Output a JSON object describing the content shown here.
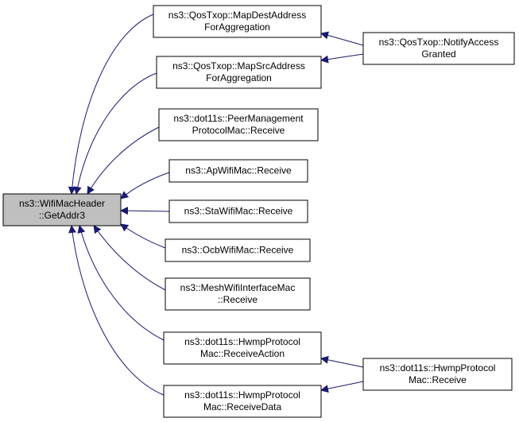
{
  "colors": {
    "edge": "#191970",
    "node_border": "#000000",
    "node_fill": "#ffffff",
    "focus_fill": "#bfbfbf"
  },
  "nodes": [
    {
      "id": "getaddr3",
      "lines": [
        "ns3::WifiMacHeader",
        "::GetAddr3"
      ],
      "focus": true
    },
    {
      "id": "mapdest",
      "lines": [
        "ns3::QosTxop::MapDestAddress",
        "ForAggregation"
      ]
    },
    {
      "id": "mapsrc",
      "lines": [
        "ns3::QosTxop::MapSrcAddress",
        "ForAggregation"
      ]
    },
    {
      "id": "peer",
      "lines": [
        "ns3::dot11s::PeerManagement",
        "ProtocolMac::Receive"
      ]
    },
    {
      "id": "apwifi",
      "lines": [
        "ns3::ApWifiMac::Receive"
      ]
    },
    {
      "id": "stawifi",
      "lines": [
        "ns3::StaWifiMac::Receive"
      ]
    },
    {
      "id": "ocbwifi",
      "lines": [
        "ns3::OcbWifiMac::Receive"
      ]
    },
    {
      "id": "meshwifi",
      "lines": [
        "ns3::MeshWifiInterfaceMac",
        "::Receive"
      ]
    },
    {
      "id": "hwmpaction",
      "lines": [
        "ns3::dot11s::HwmpProtocol",
        "Mac::ReceiveAction"
      ]
    },
    {
      "id": "hwmpdata",
      "lines": [
        "ns3::dot11s::HwmpProtocol",
        "Mac::ReceiveData"
      ]
    },
    {
      "id": "notify",
      "lines": [
        "ns3::QosTxop::NotifyAccess",
        "Granted"
      ]
    },
    {
      "id": "hwmpreceive",
      "lines": [
        "ns3::dot11s::HwmpProtocol",
        "Mac::Receive"
      ]
    }
  ],
  "edges": [
    {
      "from": "mapdest",
      "to": "getaddr3"
    },
    {
      "from": "mapsrc",
      "to": "getaddr3"
    },
    {
      "from": "peer",
      "to": "getaddr3"
    },
    {
      "from": "apwifi",
      "to": "getaddr3"
    },
    {
      "from": "stawifi",
      "to": "getaddr3"
    },
    {
      "from": "ocbwifi",
      "to": "getaddr3"
    },
    {
      "from": "meshwifi",
      "to": "getaddr3"
    },
    {
      "from": "hwmpaction",
      "to": "getaddr3"
    },
    {
      "from": "hwmpdata",
      "to": "getaddr3"
    },
    {
      "from": "notify",
      "to": "mapdest"
    },
    {
      "from": "notify",
      "to": "mapsrc"
    },
    {
      "from": "hwmpreceive",
      "to": "hwmpaction"
    },
    {
      "from": "hwmpreceive",
      "to": "hwmpdata"
    }
  ]
}
